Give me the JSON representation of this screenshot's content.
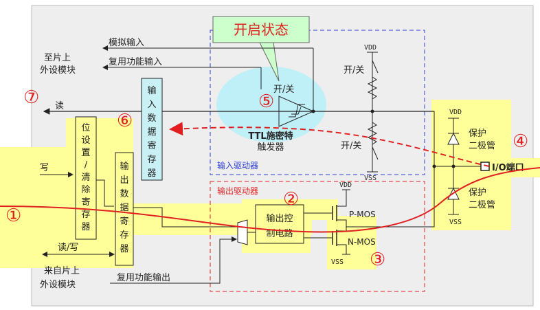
{
  "labels": {
    "state_title": "开启状态",
    "to_periph_1": "至片上",
    "to_periph_2": "外设模块",
    "analog_in": "模拟输入",
    "alt_func_in": "复用功能输入",
    "read": "读",
    "write": "写",
    "read_write": "读/写",
    "from_periph_1": "来自片上",
    "from_periph_2": "外设模块",
    "alt_func_out": "复用功能输出",
    "in_reg": [
      "输",
      "入",
      "数",
      "据",
      "寄",
      "存",
      "器"
    ],
    "bsrr": [
      "位",
      "设",
      "置",
      "/",
      "清",
      "除",
      "寄",
      "存",
      "器"
    ],
    "out_reg": [
      "输",
      "出",
      "数",
      "据",
      "寄",
      "存",
      "器"
    ],
    "on_off_top": "开/关",
    "on_off_schmitt": "开/关",
    "on_off_bottom": "开/关",
    "ttl_1": "TTL施密特",
    "ttl_2": "触发器",
    "input_driver": "输入驱动器",
    "output_driver": "输出驱动器",
    "out_ctrl_1": "输出控",
    "out_ctrl_2": "制电路",
    "vdd": "VDD",
    "vss": "VSS",
    "pmos": "P-MOS",
    "nmos": "N-MOS",
    "protect_1": "保护",
    "protect_2": "二极管",
    "io_pin": "I/O端口",
    "num_1": "①",
    "num_2": "②",
    "num_3": "③",
    "num_4": "④",
    "num_5": "⑤",
    "num_6": "⑥",
    "num_7": "⑦"
  },
  "colors": {
    "highlight_yellow": "#ffff99",
    "highlight_cyan": "#bfeff7",
    "register_cyan": "#c8f0f5",
    "callout_green": "#ccffcc",
    "annotation_red": "#e02020",
    "input_driver_blue": "#2e3fd6",
    "background_gray": "#eeeeee"
  }
}
